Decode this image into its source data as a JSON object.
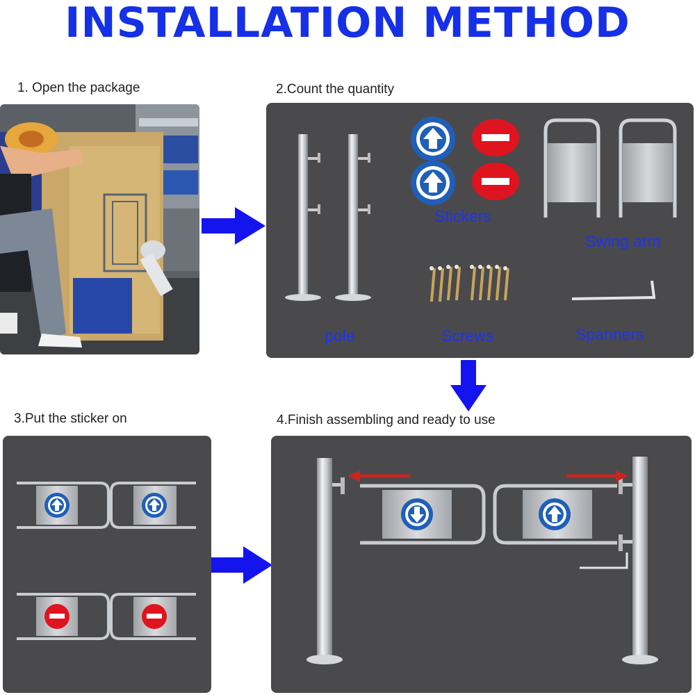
{
  "title": "INSTALLATION METHOD",
  "steps": {
    "step1": "1. Open the package",
    "step2": "2.Count the quantity",
    "step3": "3.Put the sticker on",
    "step4": "4.Finish assembling and ready to use"
  },
  "parts": {
    "stickers": "Stickers",
    "swing_arm": "Swing arm",
    "pole": "pole",
    "screws": "Screws",
    "spanners": "Spanners"
  },
  "colors": {
    "title": "#1530e6",
    "arrow": "#1414ee",
    "panel": "#4a4a4d",
    "label": "#1d33f0",
    "sticker_blue": "#1f5fb8",
    "sticker_red": "#e0141e"
  }
}
